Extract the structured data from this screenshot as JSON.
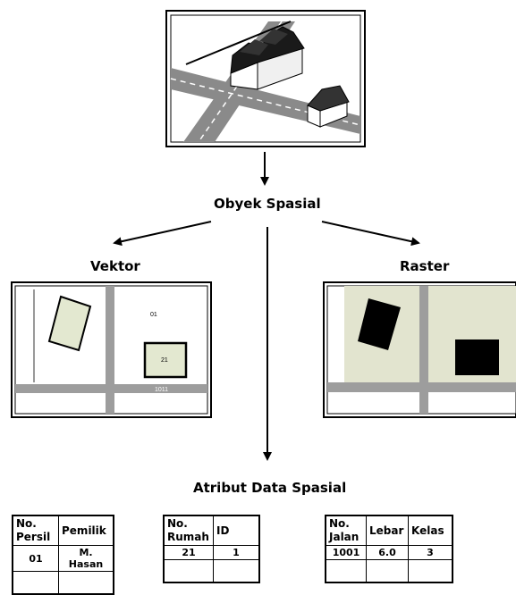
{
  "labels": {
    "spatial_object": "Obyek Spasial",
    "vector": "Vektor",
    "raster": "Raster",
    "attribute": "Atribut Data Spasial"
  },
  "vector_map": {
    "parcel_number": "01",
    "house_number": "21",
    "road_number": "1011"
  },
  "tables": {
    "persil": {
      "headers": [
        "No. Persil",
        "Pemilik"
      ],
      "row": [
        "01",
        "M. Hasan"
      ]
    },
    "rumah": {
      "headers": [
        "No. Rumah",
        "ID"
      ],
      "row": [
        "21",
        "1"
      ]
    },
    "jalan": {
      "headers": [
        "No. Jalan",
        "Lebar",
        "Kelas"
      ],
      "row": [
        "1001",
        "6.0",
        "3"
      ]
    }
  },
  "colors": {
    "raster_fill": "#e2e4cf",
    "parcel_fill": "#e3e8d0",
    "road_gray": "#9d9d9d"
  }
}
